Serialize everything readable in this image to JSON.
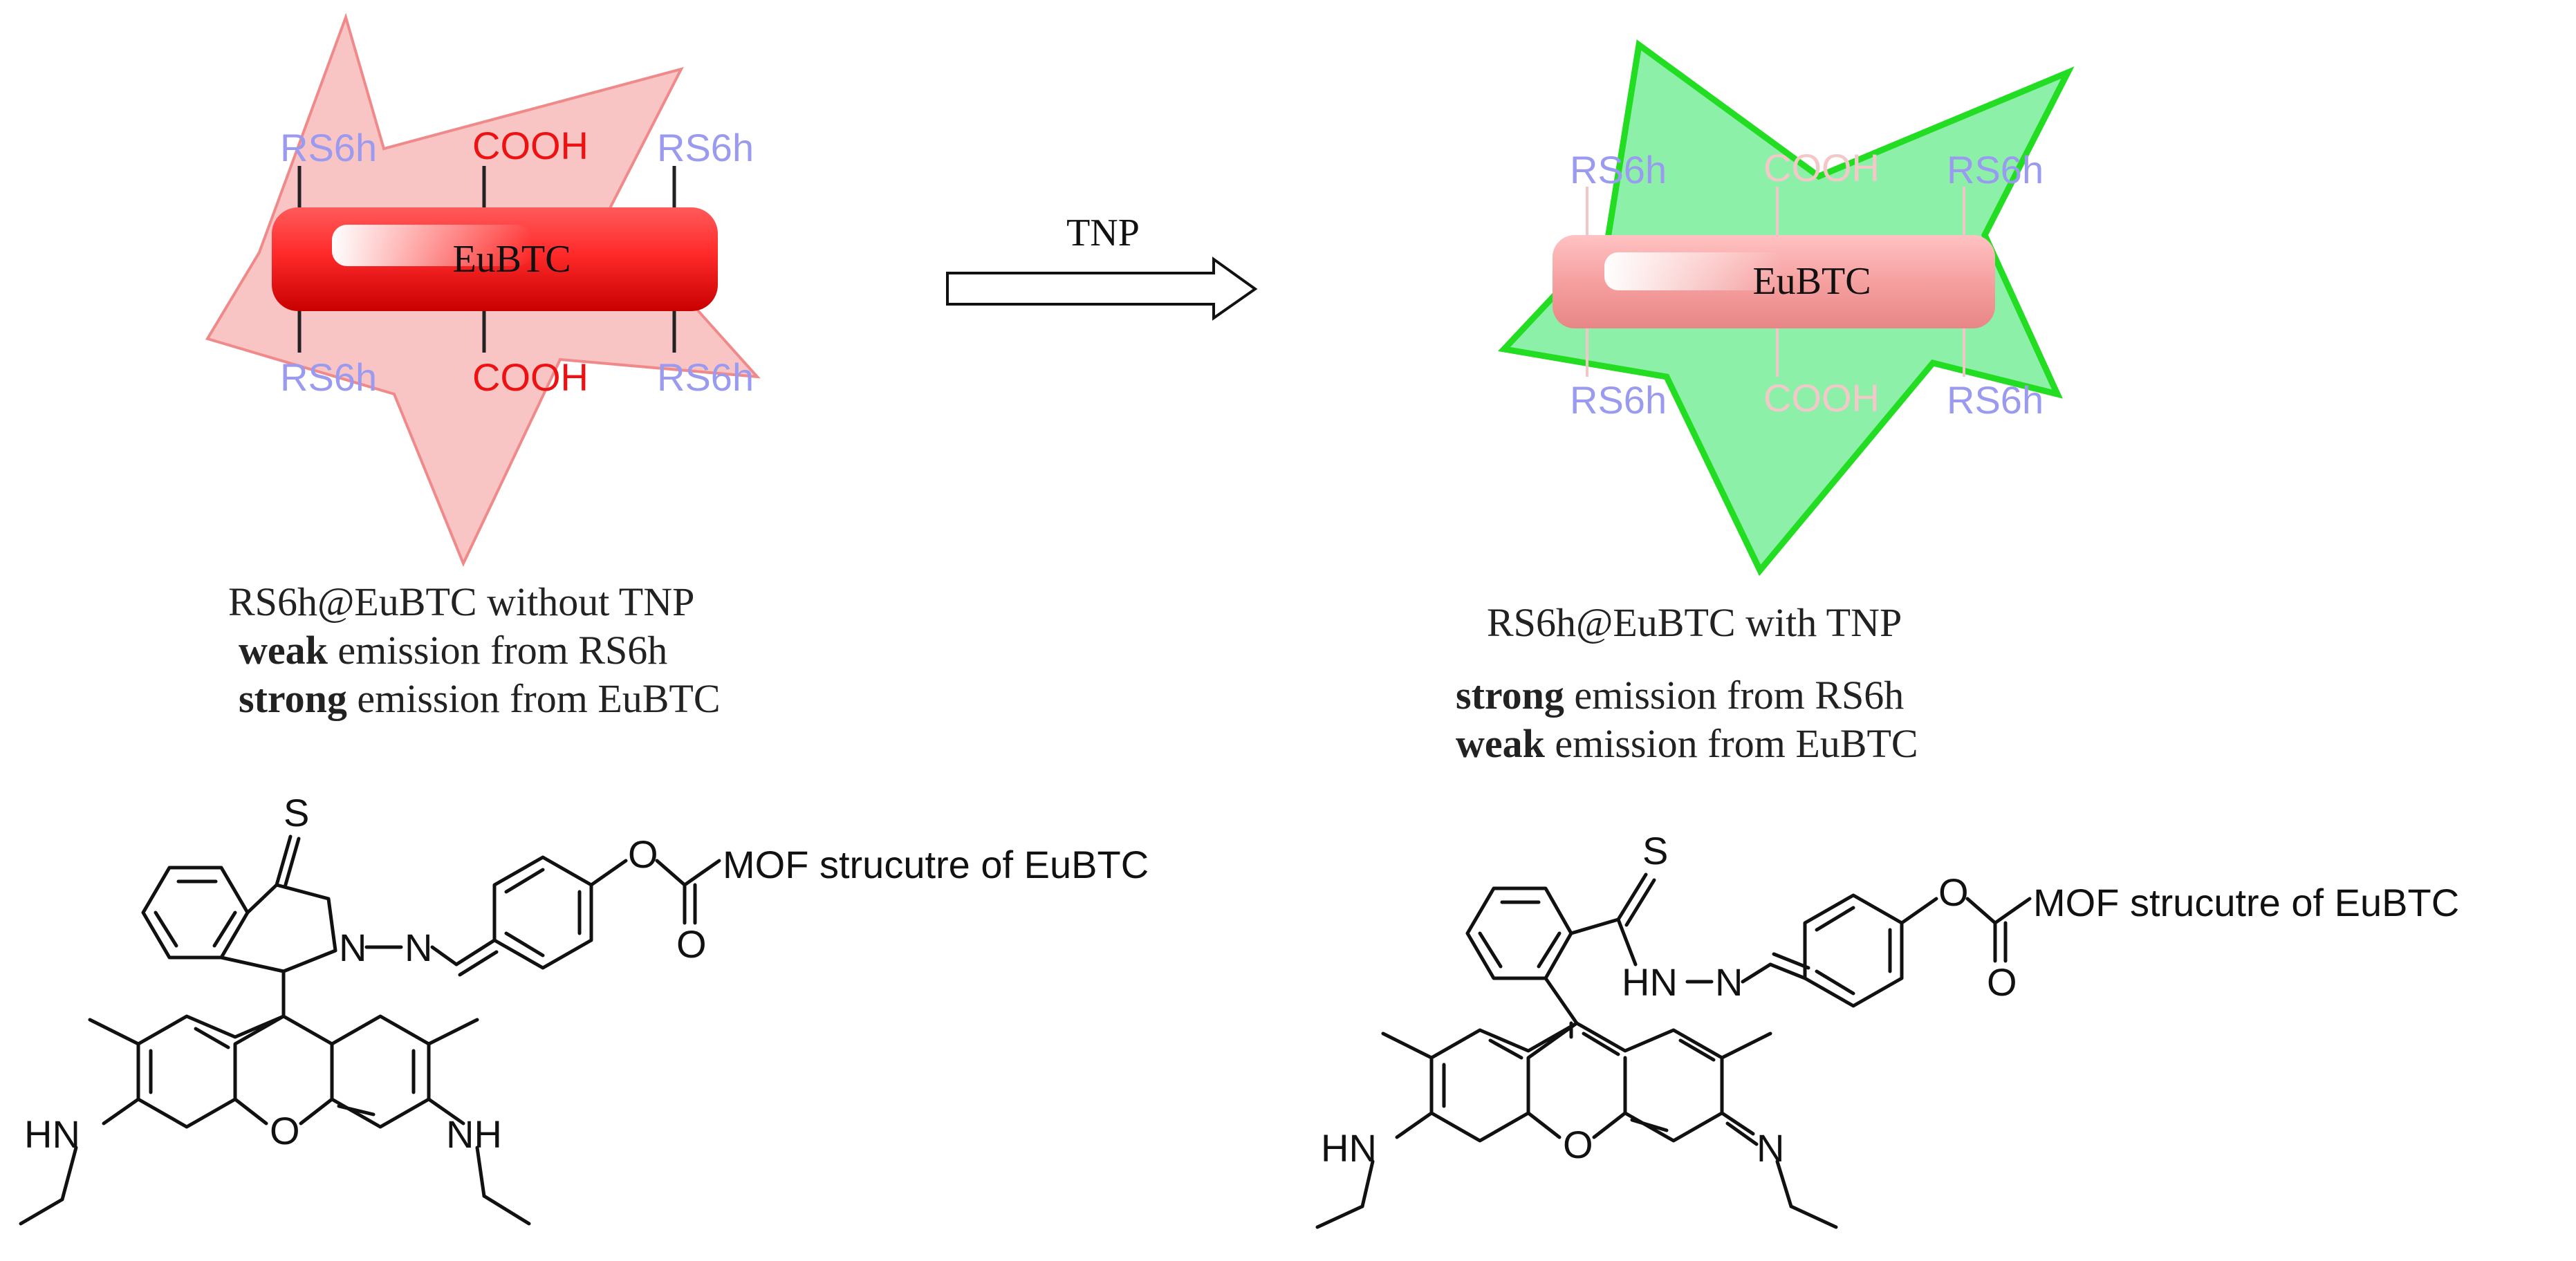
{
  "arrow_label": "TNP",
  "left_panel": {
    "core_label": "EuBTC",
    "top_labels": [
      "RS6h",
      "COOH",
      "RS6h"
    ],
    "bottom_labels": [
      "RS6h",
      "COOH",
      "RS6h"
    ],
    "caption_title": "RS6h@EuBTC without TNP",
    "line1_bold": "weak",
    "line1_rest": " emission from RS6h",
    "line2_bold": "strong",
    "line2_rest": " emission from EuBTC"
  },
  "right_panel": {
    "core_label": "EuBTC",
    "top_labels": [
      "RS6h",
      "COOH",
      "RS6h"
    ],
    "bottom_labels": [
      "RS6h",
      "COOH",
      "RS6h"
    ],
    "caption_title": "RS6h@EuBTC with TNP",
    "line1_bold": "strong",
    "line1_rest": " emission from RS6h",
    "line2_bold": "weak",
    "line2_rest": " emission from EuBTC"
  },
  "structures": {
    "left": {
      "mof_label": "MOF strucutre of EuBTC",
      "atom_S": "S",
      "atom_N1": "N",
      "atom_N2": "N",
      "atom_O_ring": "O",
      "atom_O_ester": "O",
      "atom_O_carbonyl": "O",
      "amine_left": "HN",
      "amine_right": "NH"
    },
    "right": {
      "mof_label": "MOF strucutre of EuBTC",
      "atom_S": "S",
      "hydrazone": "HN",
      "atom_N2": "N",
      "atom_O_ring": "O",
      "atom_O_ester": "O",
      "atom_O_carbonyl": "O",
      "amine_left": "HN",
      "imine_right": "N"
    }
  },
  "colors": {
    "red_core": "#e8202a",
    "red_star_fill": "#f9c4c4",
    "red_star_stroke": "#f08a8a",
    "green_star_fill": "#8cf0a8",
    "green_star_stroke": "#22dd22",
    "pink_core": "#f7a8a8",
    "rs6h_label": "#9a9af0",
    "cooh_red": "#ee1111",
    "cooh_pale": "#f4c8c8"
  }
}
